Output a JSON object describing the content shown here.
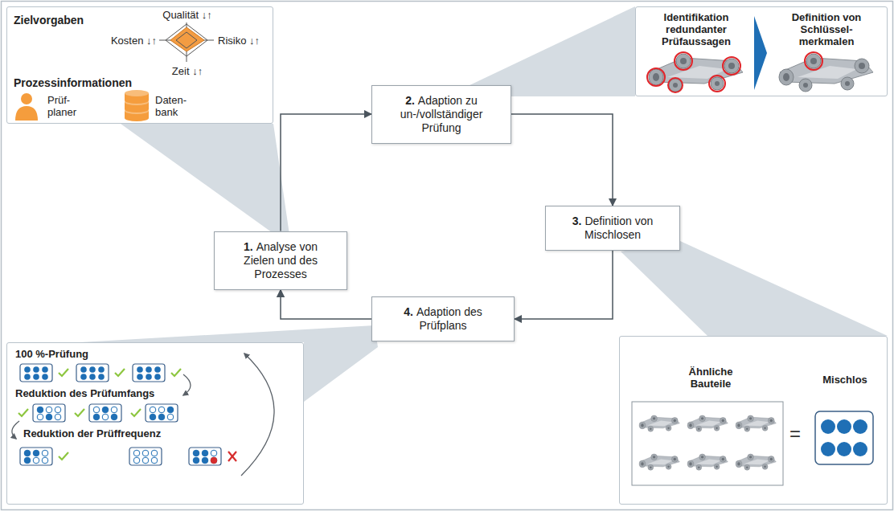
{
  "diagram": {
    "nodes": [
      {
        "text": [
          "Zielvorgaben",
          "Qualität ↓↑",
          "Kosten ↓↑",
          "Risiko ↓↑",
          "Zeit ↓↑",
          "Prozessinformationen",
          "Prüf- planer",
          "Daten- bank"
        ]
      },
      {
        "text": [
          "Identifikation redundanter Prüfaussagen",
          "Definition von Schlüssel- merkmalen"
        ]
      },
      {
        "text": [
          "1.",
          "Analyse von Zielen und des Prozesses"
        ]
      },
      {
        "text": [
          "2.",
          "Adaption zu un-/vollständiger Prüfung"
        ]
      },
      {
        "text": [
          "3.",
          "Definition von Mischlosen"
        ]
      },
      {
        "text": [
          "4.",
          "Adaption des Prüfplans"
        ]
      },
      {
        "text": [
          "100 %-Prüfung",
          "Reduktion des Prüfumfangs",
          "Reduktion der Prüffrequenz"
        ]
      },
      {
        "text": [
          "Ähnliche Bauteile",
          "Mischlos"
        ]
      }
    ],
    "edges": [
      {
        "from": 2,
        "to": 3,
        "arrow": "to"
      },
      {
        "from": 3,
        "to": 4,
        "arrow": "to"
      },
      {
        "from": 4,
        "to": 5,
        "arrow": "to"
      },
      {
        "from": 5,
        "to": 2,
        "arrow": "to"
      }
    ],
    "labels": [
      "="
    ]
  }
}
